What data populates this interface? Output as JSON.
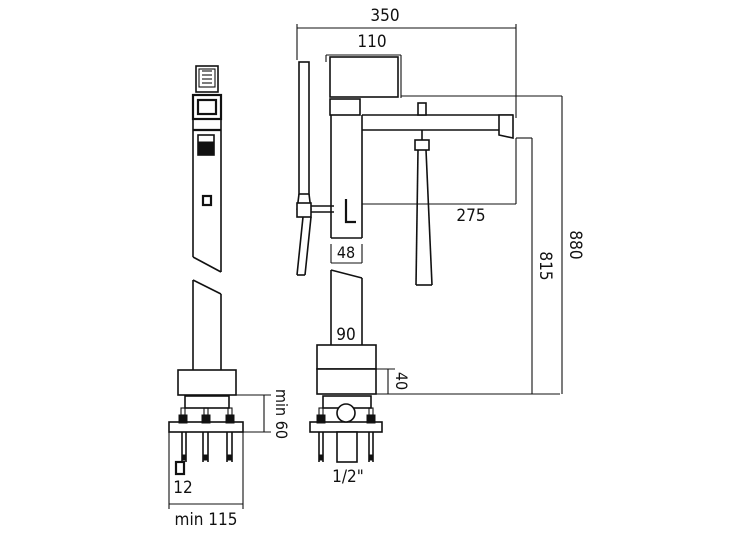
{
  "dimensions": {
    "overall_reach": "350",
    "handset_width": "110",
    "spout_reach": "275",
    "body_width": "48",
    "base_width": "90",
    "base_height": "40",
    "outlet_height": "815",
    "overall_height": "880",
    "min_fixing_depth": "min 60",
    "pin_diameter": "12",
    "min_hole_spacing": "min 115",
    "inlet_thread": "1/2\""
  }
}
